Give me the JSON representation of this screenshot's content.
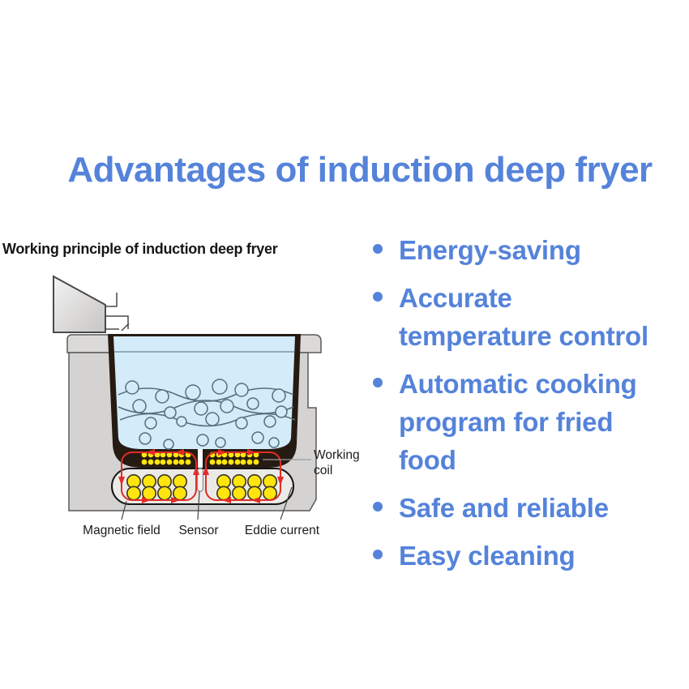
{
  "title": "Advantages of induction deep fryer",
  "diagram": {
    "heading": "Working principle of induction deep fryer",
    "labels": {
      "working_coil": [
        "Working",
        "coil"
      ],
      "magnetic_field": "Magnetic field",
      "sensor": "Sensor",
      "eddie_current": "Eddie current"
    }
  },
  "bullets": {
    "items": [
      "Energy-saving",
      "Accurate\ntemperature control",
      "Automatic cooking\nprogram for fried\nfood",
      "Safe and reliable",
      "Easy cleaning"
    ]
  },
  "colors": {
    "accent_blue": "#5583da",
    "coil_yellow": "#ffe50d",
    "field_red": "#e32b26",
    "liquid_blue": "#d4ebf9"
  }
}
